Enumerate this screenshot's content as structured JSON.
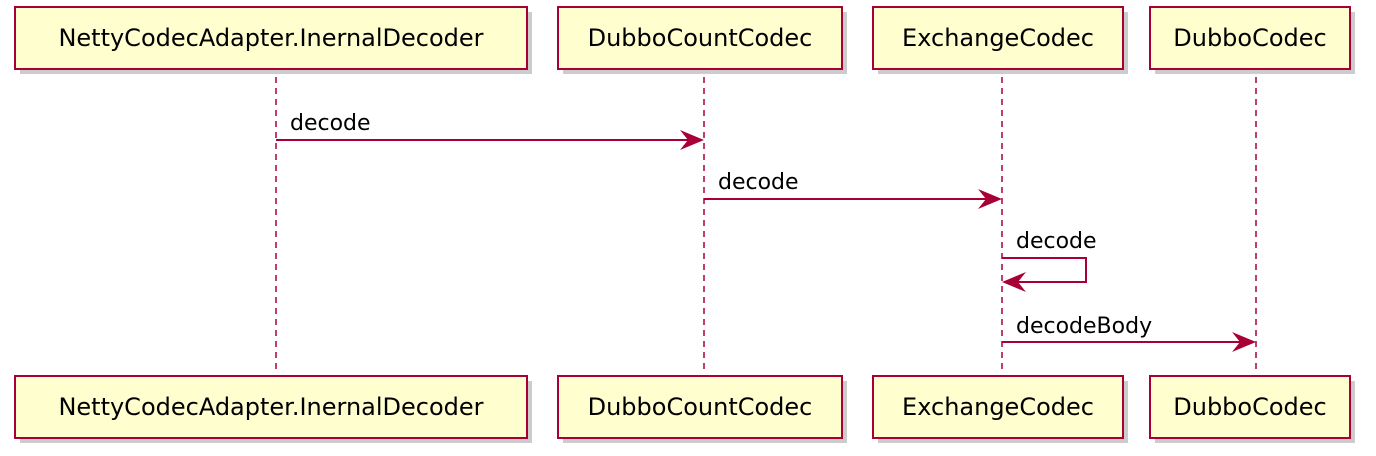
{
  "diagram": {
    "participants": [
      {
        "id": "p0",
        "label": "NettyCodecAdapter.InernalDecoder"
      },
      {
        "id": "p1",
        "label": "DubboCountCodec"
      },
      {
        "id": "p2",
        "label": "ExchangeCodec"
      },
      {
        "id": "p3",
        "label": "DubboCodec"
      }
    ],
    "messages": [
      {
        "from": "p0",
        "to": "p1",
        "label": "decode"
      },
      {
        "from": "p1",
        "to": "p2",
        "label": "decode"
      },
      {
        "from": "p2",
        "to": "p2",
        "label": "decode"
      },
      {
        "from": "p2",
        "to": "p3",
        "label": "decodeBody"
      }
    ],
    "colors": {
      "participant_fill": "#FEFECE",
      "participant_border": "#A80036",
      "arrow": "#A80036"
    }
  }
}
